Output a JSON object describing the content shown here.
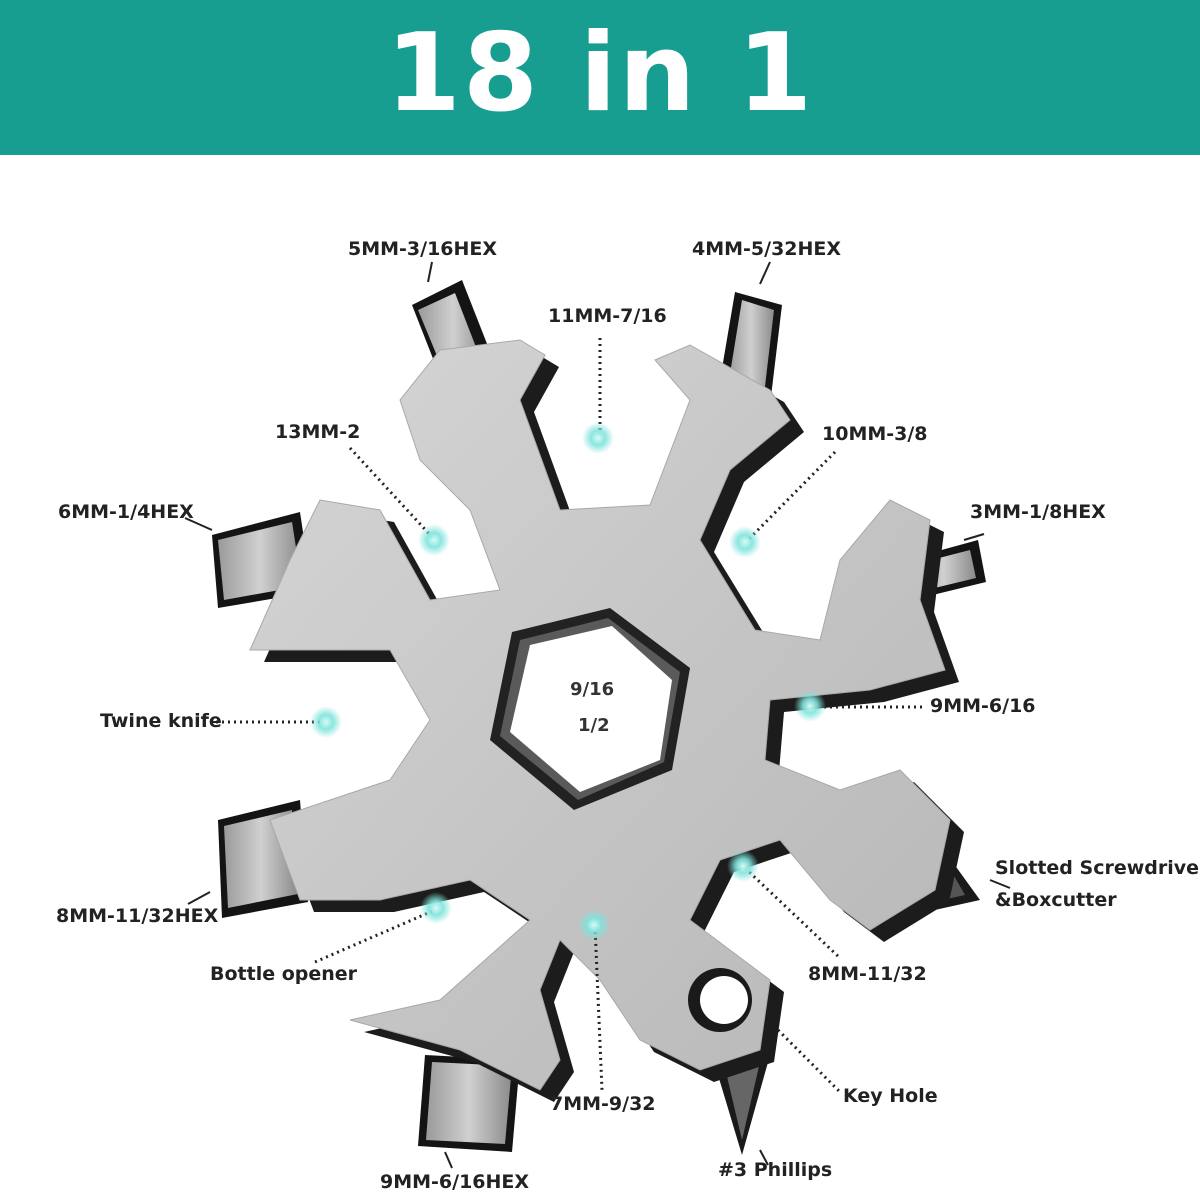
{
  "banner": {
    "title": "18 in 1",
    "color": "#179e90"
  },
  "tool": {
    "center_size_top": "9/16",
    "center_size_bottom": "1/2",
    "metal_color": "#c9c9c9",
    "edge_color": "#1a1a1a",
    "marker_color": "#7fe3dc"
  },
  "labels": {
    "hex_5mm": "5MM-3/16HEX",
    "hex_4mm": "4MM-5/32HEX",
    "wrench_11mm": "11MM-7/16",
    "wrench_13mm": "13MM-2",
    "wrench_10mm": "10MM-3/8",
    "hex_6mm": "6MM-1/4HEX",
    "hex_3mm": "3MM-1/8HEX",
    "twine_knife": "Twine knife",
    "wrench_9mm": "9MM-6/16",
    "slotted_line1": "Slotted Screwdriver",
    "slotted_line2": "&Boxcutter",
    "hex_8mm": "8MM-11/32HEX",
    "bottle_opener": "Bottle opener",
    "wrench_8mm": "8MM-11/32",
    "wrench_7mm": "7MM-9/32",
    "key_hole": "Key Hole",
    "phillips": "#3 Phillips",
    "hex_9mm": "9MM-6/16HEX"
  }
}
